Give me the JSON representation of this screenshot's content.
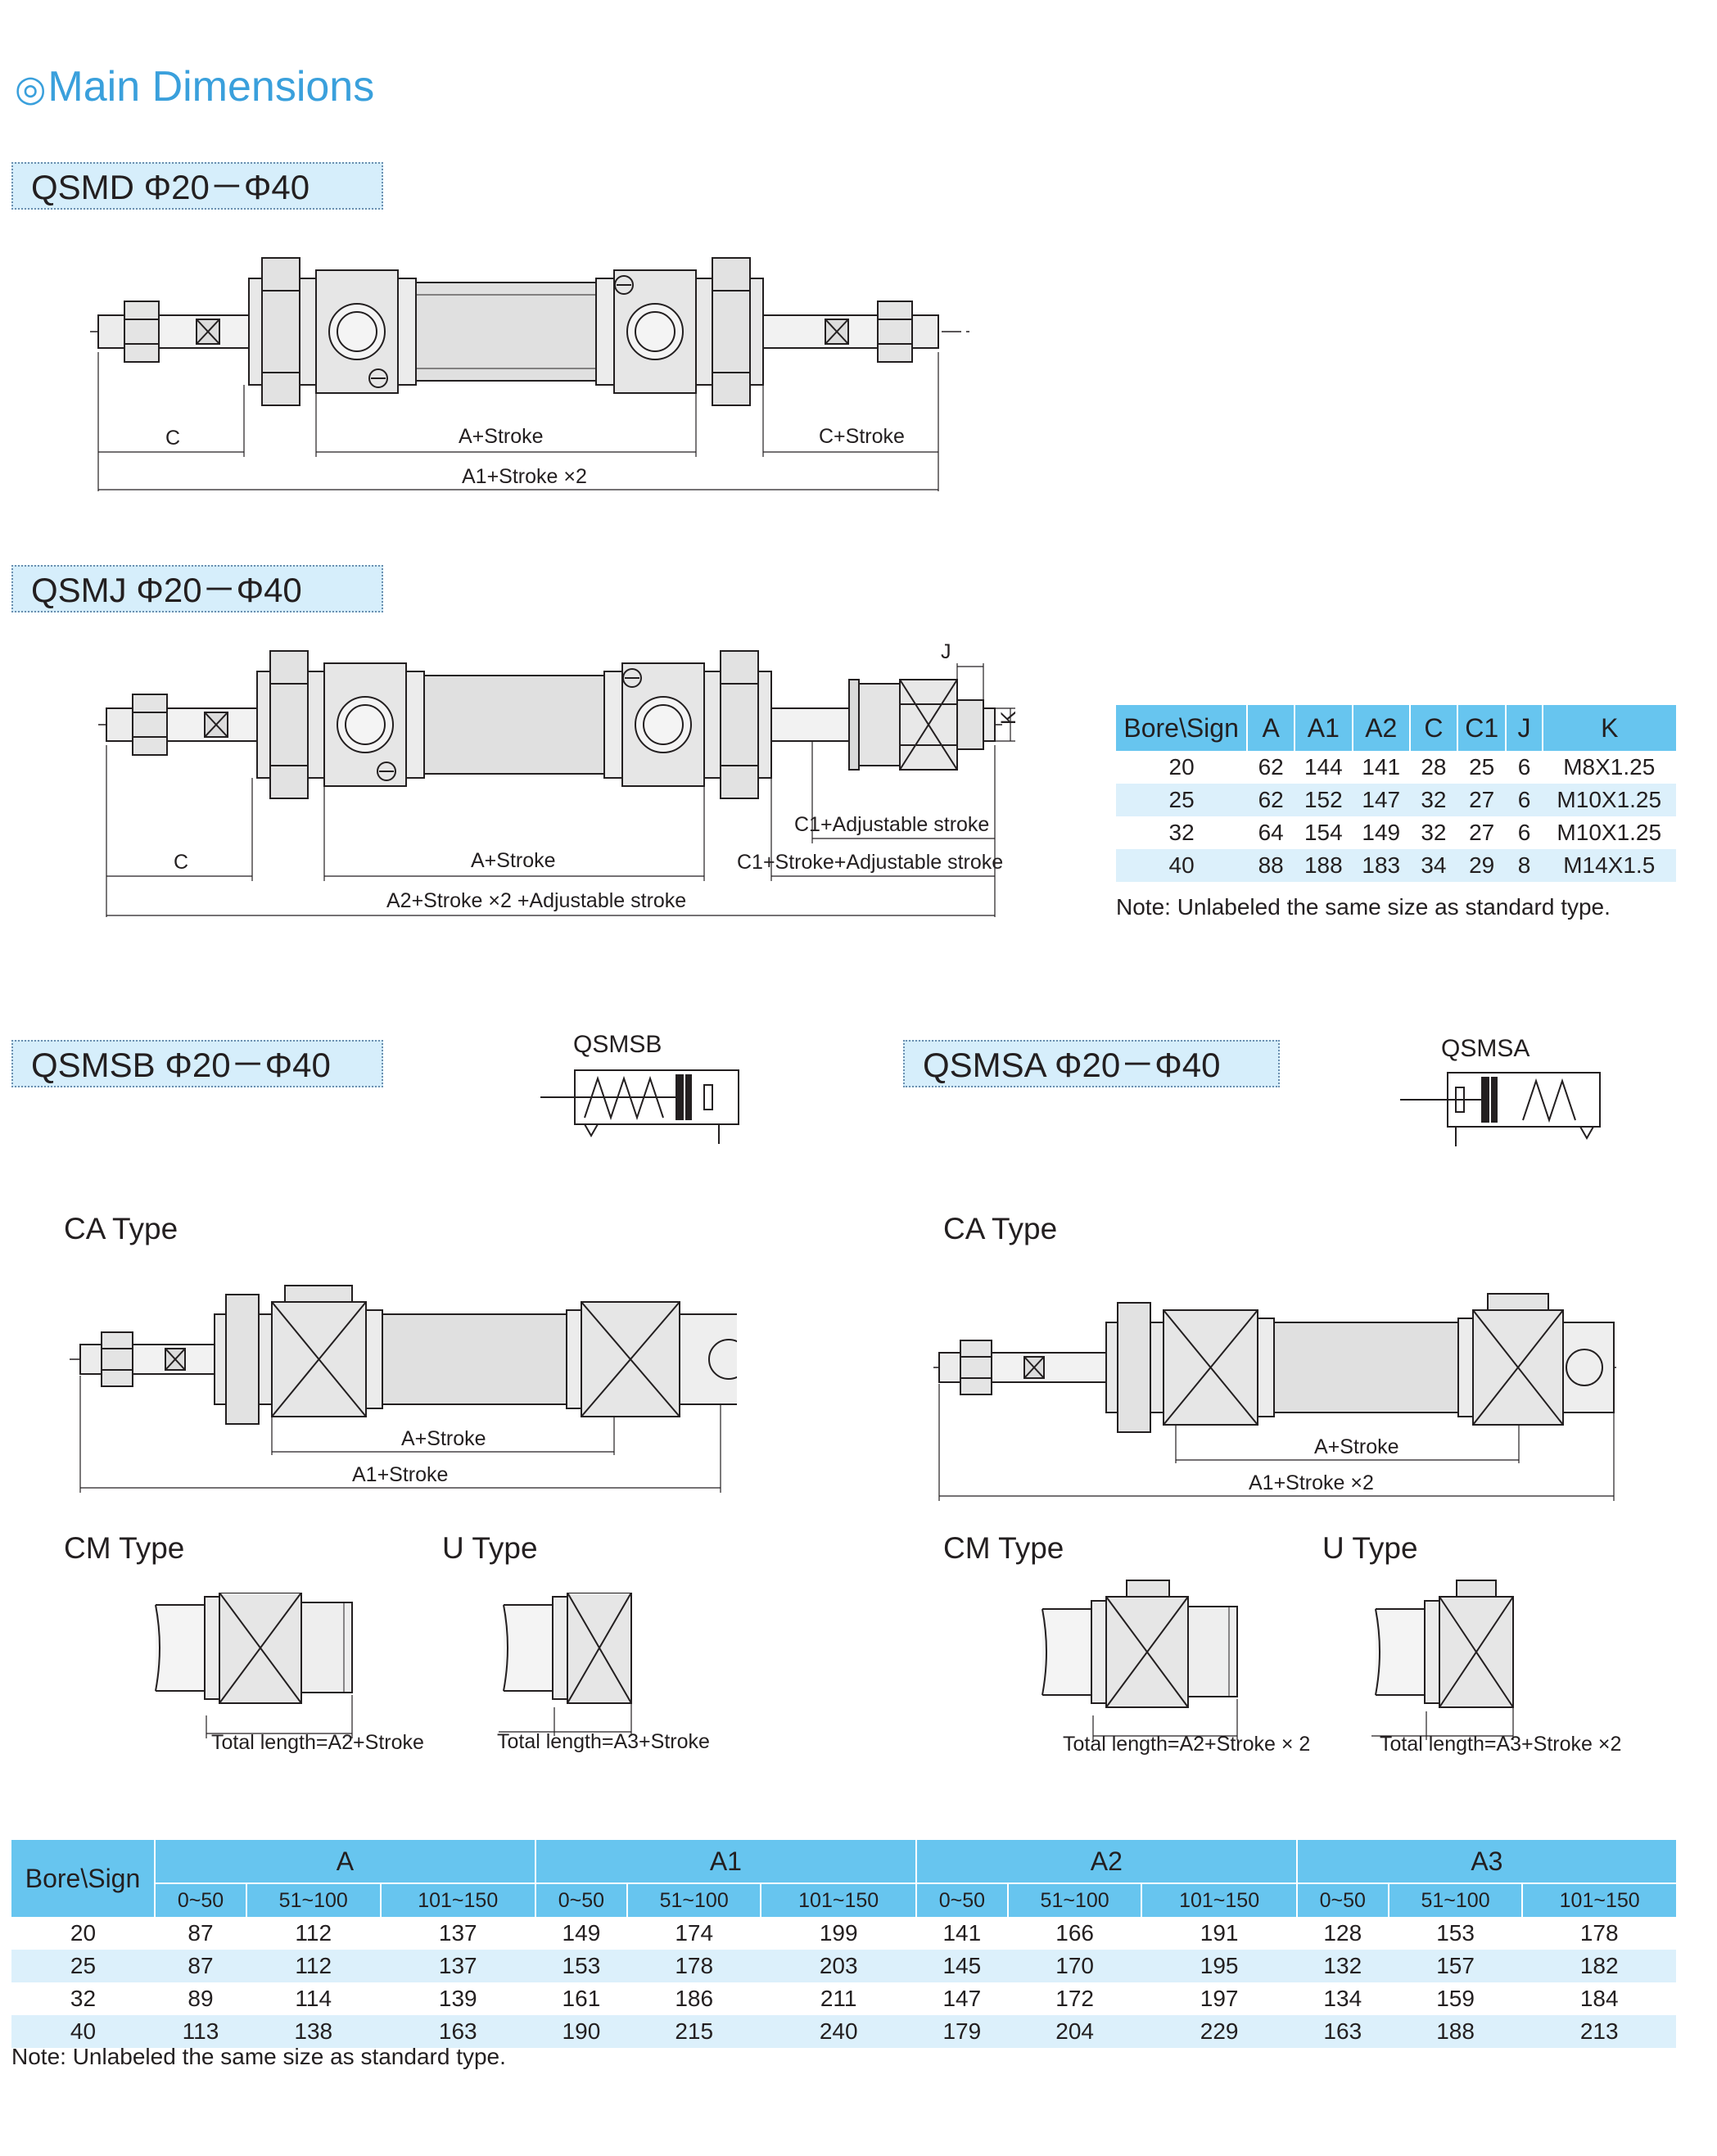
{
  "page": {
    "title": "Main Dimensions",
    "note": "Note: Unlabeled the same size as standard type."
  },
  "sections": {
    "qsmd": "QSMD  Φ20－Φ40",
    "qsmj": "QSMJ  Φ20－Φ40",
    "qsmsb": "QSMSB Φ20－Φ40",
    "qsmsa": "QSMSA Φ20－Φ40"
  },
  "symbols": {
    "qsmsb": "QSMSB",
    "qsmsa": "QSMSA"
  },
  "type_labels": {
    "ca_left": "CA Type",
    "ca_right": "CA Type",
    "cm_left": "CM Type",
    "u_left": "U Type",
    "cm_right": "CM Type",
    "u_right": "U Type"
  },
  "dimensions": {
    "qsmd": {
      "c": "C",
      "a": "A+Stroke",
      "c_stroke": "C+Stroke",
      "a1": "A1+Stroke ×2"
    },
    "qsmj": {
      "j": "J",
      "k": "K",
      "c": "C",
      "a": "A+Stroke",
      "c1_adj": "C1+Adjustable stroke",
      "c1_stroke_adj": "C1+Stroke+Adjustable stroke",
      "a2": "A2+Stroke ×2  +Adjustable stroke"
    },
    "sb_ca": {
      "a": "A+Stroke",
      "a1": "A1+Stroke"
    },
    "sa_ca": {
      "a": "A+Stroke",
      "a1": "A1+Stroke ×2"
    },
    "sb_cm": "Total length=A2+Stroke",
    "sb_u": "Total length=A3+Stroke",
    "sa_cm": "Total length=A2+Stroke × 2",
    "sa_u": "Total length=A3+Stroke ×2"
  },
  "table_standard": {
    "headers": [
      "Bore\\Sign",
      "A",
      "A1",
      "A2",
      "C",
      "C1",
      "J",
      "K"
    ],
    "rows": [
      [
        "20",
        "62",
        "144",
        "141",
        "28",
        "25",
        "6",
        "M8X1.25"
      ],
      [
        "25",
        "62",
        "152",
        "147",
        "32",
        "27",
        "6",
        "M10X1.25"
      ],
      [
        "32",
        "64",
        "154",
        "149",
        "32",
        "27",
        "6",
        "M10X1.25"
      ],
      [
        "40",
        "88",
        "188",
        "183",
        "34",
        "29",
        "8",
        "M14X1.5"
      ]
    ]
  },
  "table_spring": {
    "corner": "Bore\\Sign",
    "groups": [
      "A",
      "A1",
      "A2",
      "A3"
    ],
    "ranges": [
      "0~50",
      "51~100",
      "101~150"
    ],
    "rows": [
      [
        "20",
        "87",
        "112",
        "137",
        "149",
        "174",
        "199",
        "141",
        "166",
        "191",
        "128",
        "153",
        "178"
      ],
      [
        "25",
        "87",
        "112",
        "137",
        "153",
        "178",
        "203",
        "145",
        "170",
        "195",
        "132",
        "157",
        "182"
      ],
      [
        "32",
        "89",
        "114",
        "139",
        "161",
        "186",
        "211",
        "147",
        "172",
        "197",
        "134",
        "159",
        "184"
      ],
      [
        "40",
        "113",
        "138",
        "163",
        "190",
        "215",
        "240",
        "179",
        "204",
        "229",
        "163",
        "188",
        "213"
      ]
    ]
  }
}
